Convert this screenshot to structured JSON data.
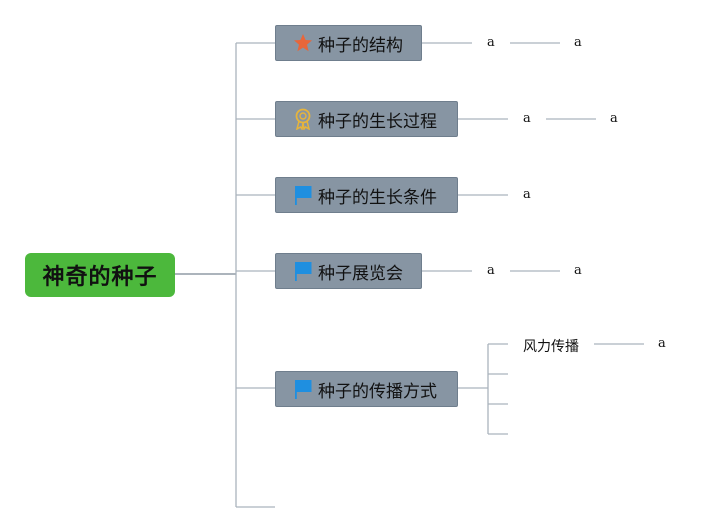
{
  "root": {
    "label": "神奇的种子"
  },
  "topics": [
    {
      "label": "种子的结构",
      "icon": "star-icon",
      "icon_color": "#e8663a",
      "leaves": [
        "a",
        "a"
      ]
    },
    {
      "label": "种子的生长过程",
      "icon": "award-ribbon-icon",
      "icon_color": "#e6b43c",
      "leaves": [
        "a",
        "a"
      ]
    },
    {
      "label": "种子的生长条件",
      "icon": "flag-icon",
      "icon_color": "#1f8fe0",
      "leaves": [
        "a"
      ]
    },
    {
      "label": "种子展览会",
      "icon": "flag-icon",
      "icon_color": "#1f8fe0",
      "leaves": [
        "a",
        "a"
      ]
    },
    {
      "label": "种子的传播方式",
      "icon": "flag-icon",
      "icon_color": "#1f8fe0",
      "subtopics": [
        {
          "label": "风力传播",
          "leaves": [
            "a"
          ]
        }
      ]
    }
  ],
  "colors": {
    "root_bg": "#4cb83c",
    "topic_bg": "#8795a3",
    "line": "#aab3bd"
  }
}
